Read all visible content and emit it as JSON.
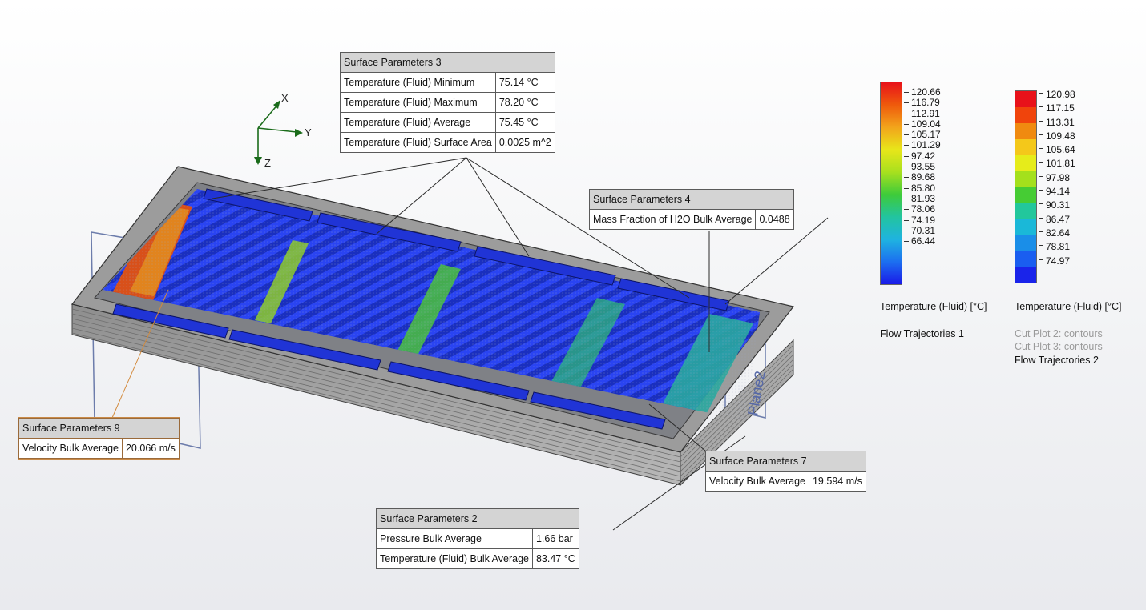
{
  "axes": {
    "x": "X",
    "y": "Y",
    "z": "Z"
  },
  "plane_label": "Plane2",
  "tables": {
    "sp3": {
      "title": "Surface Parameters 3",
      "rows": [
        {
          "label": "Temperature (Fluid) Minimum",
          "value": "75.14 °C"
        },
        {
          "label": "Temperature (Fluid) Maximum",
          "value": "78.20 °C"
        },
        {
          "label": "Temperature (Fluid) Average",
          "value": "75.45 °C"
        },
        {
          "label": "Temperature (Fluid) Surface Area",
          "value": "0.0025 m^2"
        }
      ]
    },
    "sp4": {
      "title": "Surface Parameters 4",
      "rows": [
        {
          "label": "Mass Fraction of H2O Bulk Average",
          "value": "0.0488"
        }
      ]
    },
    "sp9": {
      "title": "Surface Parameters 9",
      "rows": [
        {
          "label": "Velocity Bulk Average",
          "value": "20.066 m/s"
        }
      ]
    },
    "sp7": {
      "title": "Surface Parameters 7",
      "rows": [
        {
          "label": "Velocity Bulk Average",
          "value": "19.594 m/s"
        }
      ]
    },
    "sp2": {
      "title": "Surface Parameters 2",
      "rows": [
        {
          "label": "Pressure Bulk Average",
          "value": "1.66 bar"
        },
        {
          "label": "Temperature (Fluid) Bulk Average",
          "value": "83.47 °C"
        }
      ]
    }
  },
  "legend1": {
    "ticks": [
      "120.66",
      "116.79",
      "112.91",
      "109.04",
      "105.17",
      "101.29",
      "97.42",
      "93.55",
      "89.68",
      "85.80",
      "81.93",
      "78.06",
      "74.19",
      "70.31",
      "66.44"
    ],
    "title": "Temperature (Fluid) [°C]",
    "items": [
      "Flow Trajectories 1"
    ],
    "colors": [
      "#e8121a",
      "#ef5a0c",
      "#f2a41b",
      "#e8e61a",
      "#a8e01e",
      "#3ecb3a",
      "#22c4a0",
      "#1fb3e0",
      "#1c6ff0",
      "#1a1ae8"
    ]
  },
  "legend2": {
    "ticks": [
      "120.98",
      "117.15",
      "113.31",
      "109.48",
      "105.64",
      "101.81",
      "97.98",
      "94.14",
      "90.31",
      "86.47",
      "82.64",
      "78.81",
      "74.97"
    ],
    "title": "Temperature (Fluid) [°C]",
    "items_dim": [
      "Cut Plot 2: contours",
      "Cut Plot 3: contours"
    ],
    "items": [
      "Flow Trajectories 2"
    ],
    "colors": [
      "#e8121a",
      "#f0440c",
      "#f08a10",
      "#f4c81a",
      "#e6ec1a",
      "#a4e01c",
      "#46cc34",
      "#22c79c",
      "#1ab8d8",
      "#1a8ee8",
      "#1a5ef0",
      "#1a24ea"
    ]
  }
}
